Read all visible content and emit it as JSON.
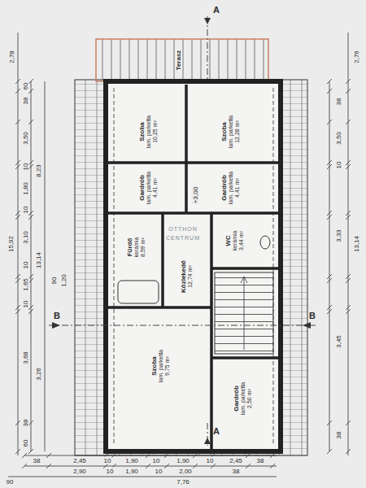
{
  "diagram": {
    "nodes": [
      {
        "text": [
          "Terasz"
        ]
      },
      {
        "text": [
          "Szoba",
          "lam. parketta",
          "10,25 m²"
        ]
      },
      {
        "text": [
          "Szoba",
          "lam. parketta",
          "12,28 m²"
        ]
      },
      {
        "text": [
          "Gardrób",
          "lam. parketta",
          "4,41 m²"
        ]
      },
      {
        "text": [
          "Gardrób",
          "lam. parketta",
          "4,41 m²"
        ]
      },
      {
        "text": [
          "Fürdő",
          "kerámia",
          "8,59 m²"
        ]
      },
      {
        "text": [
          "Közlekedő",
          "12,74 m²"
        ]
      },
      {
        "text": [
          "WC",
          "kerámia",
          "3,44 m²"
        ]
      },
      {
        "text": [
          "Szoba",
          "lam. parketta",
          "9,75 m²"
        ]
      },
      {
        "text": [
          "Gardrób",
          "lam. parketta",
          "2,50 m²"
        ]
      }
    ],
    "labels": [
      "2,78",
      "60",
      "38",
      "3,50",
      "10",
      "1,80",
      "10",
      "3,10",
      "10",
      "1,65",
      "10",
      "3,68",
      "38",
      "60",
      "8,23",
      "13,14",
      "3,26",
      "15,92",
      "90",
      "1,20",
      "2,76",
      "38",
      "3,50",
      "10",
      "13,14",
      "3,33",
      "3,45",
      "38",
      "38",
      "2,45",
      "10",
      "1,90",
      "10",
      "1,90",
      "10",
      "2,45",
      "38",
      "2,90",
      "10",
      "1,90",
      "10",
      "2,00",
      "38",
      "90",
      "7,76",
      "A",
      "A",
      "B",
      "B",
      "+3,00",
      "OTTHON",
      "CENTRUM"
    ]
  }
}
